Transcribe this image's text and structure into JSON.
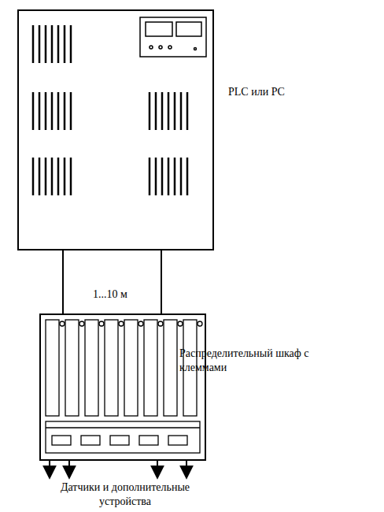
{
  "diagram": {
    "nodes": [
      {
        "text": [
          "PLC или PC"
        ]
      },
      {
        "text": [
          "Распределительный шкаф с клеммами"
        ]
      }
    ],
    "edges": [
      {
        "from": 0,
        "to": 1,
        "arrow": "none"
      },
      {
        "from": 0,
        "to": 1,
        "arrow": "none"
      }
    ],
    "labels": [
      "1...10 м",
      "Датчики и дополнительные устройства"
    ]
  }
}
